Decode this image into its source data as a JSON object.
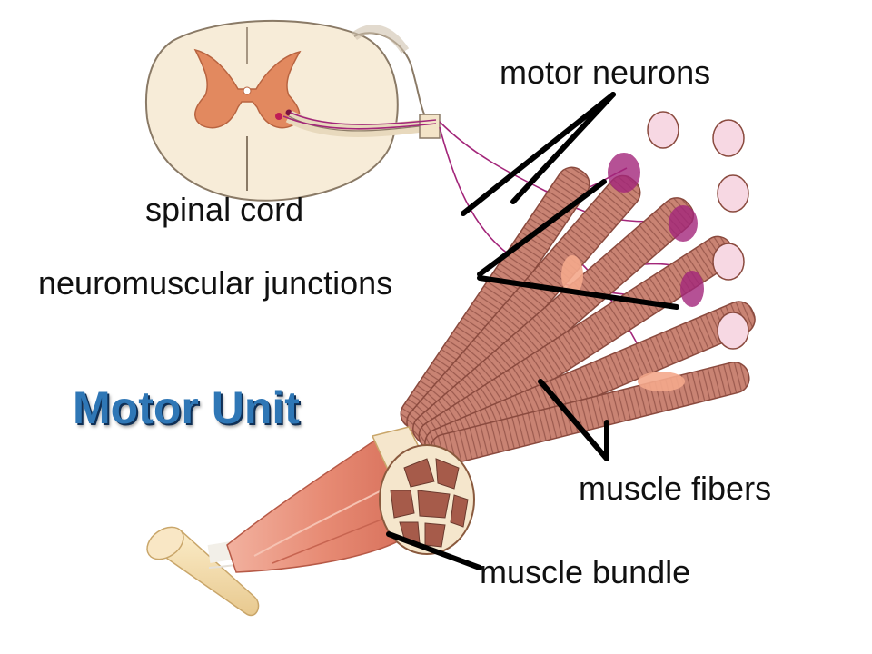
{
  "title": "Motor Unit",
  "labels": {
    "motor_neurons": "motor neurons",
    "spinal_cord": "spinal cord",
    "neuromuscular_junctions": "neuromuscular junctions",
    "muscle_fibers": "muscle fibers",
    "muscle_bundle": "muscle bundle"
  },
  "colors": {
    "title": "#2f77b6",
    "fiber": "#c77c6c",
    "fiber_dark": "#9b5a4e",
    "muscle": "#e8907a",
    "gray_matter": "#e2895f",
    "white_matter": "#f7ecd8",
    "nerve": "#a3267a",
    "tendon": "#f3dcae",
    "leader_line": "#000000"
  }
}
